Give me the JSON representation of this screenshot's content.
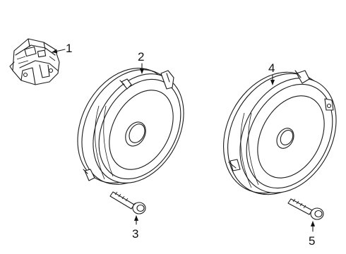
{
  "callouts": [
    {
      "id": 1,
      "label": "1",
      "part": "amplifier-bracket"
    },
    {
      "id": 2,
      "label": "2",
      "part": "front-speaker"
    },
    {
      "id": 3,
      "label": "3",
      "part": "speaker-screw"
    },
    {
      "id": 4,
      "label": "4",
      "part": "rear-speaker"
    },
    {
      "id": 5,
      "label": "5",
      "part": "speaker-screw"
    }
  ]
}
